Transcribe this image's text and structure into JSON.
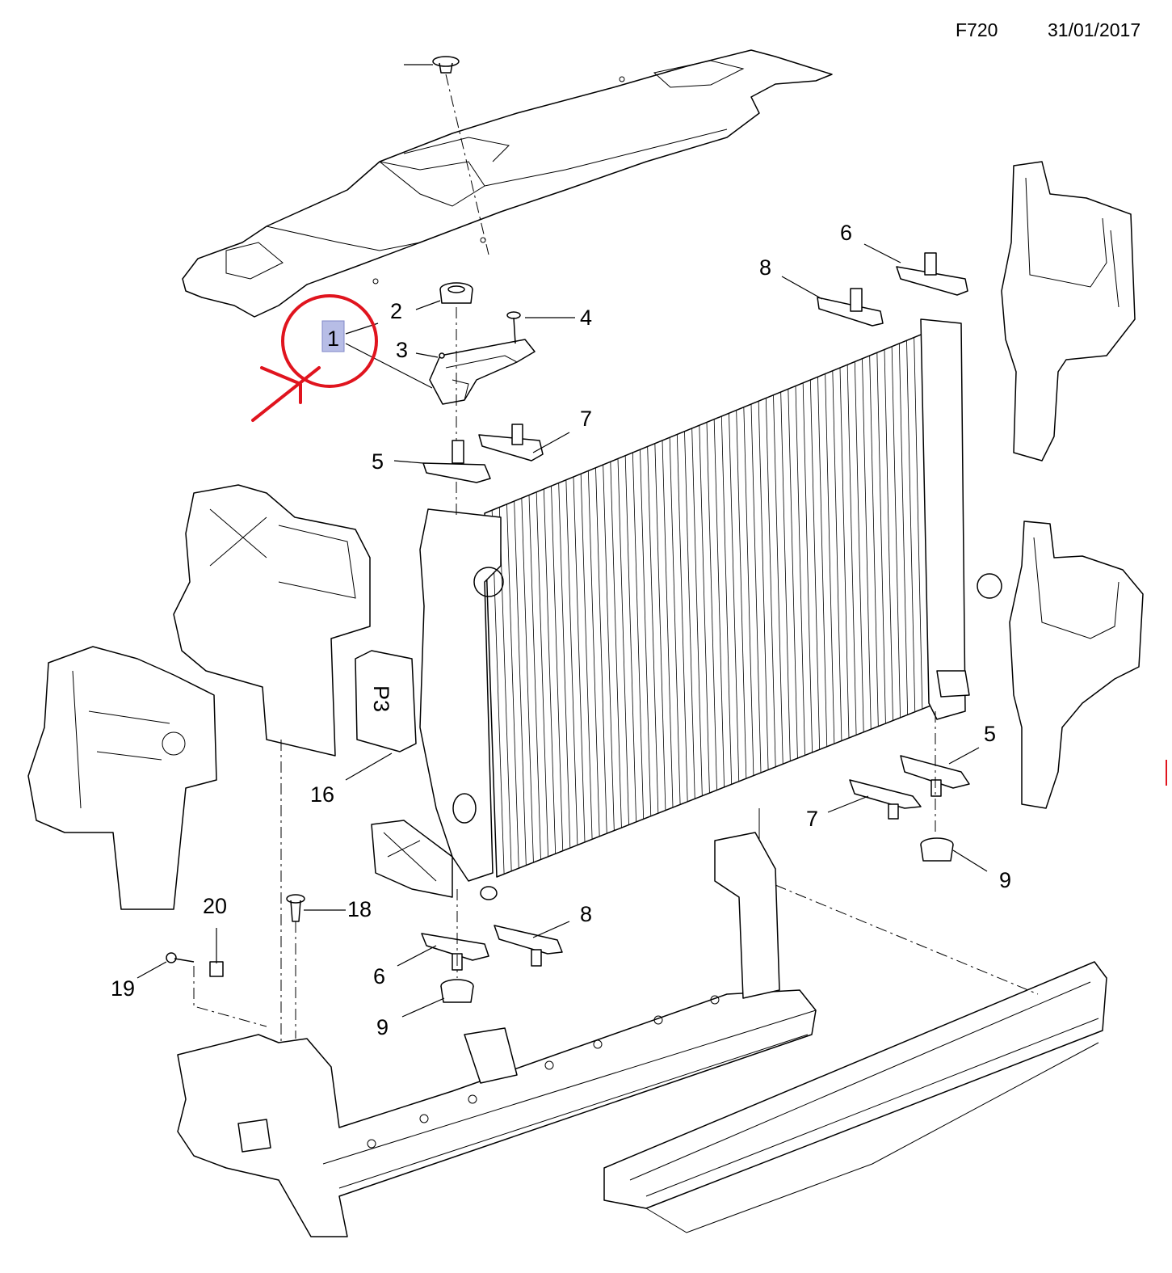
{
  "header": {
    "code": "F720",
    "date": "31/01/2017"
  },
  "callouts": {
    "c1": "1",
    "c2": "2",
    "c3": "3",
    "c4": "4",
    "c5a": "5",
    "c5b": "5",
    "c6a": "6",
    "c6b": "6",
    "c7a": "7",
    "c7b": "7",
    "c8a": "8",
    "c8b": "8",
    "c9a": "9",
    "c9b": "9",
    "c16": "16",
    "c18": "18",
    "c19": "19",
    "c20": "20"
  },
  "part_marking": "P3",
  "annotation": {
    "highlight_color": "#b7bde6",
    "circle_color": "#e0141e"
  }
}
